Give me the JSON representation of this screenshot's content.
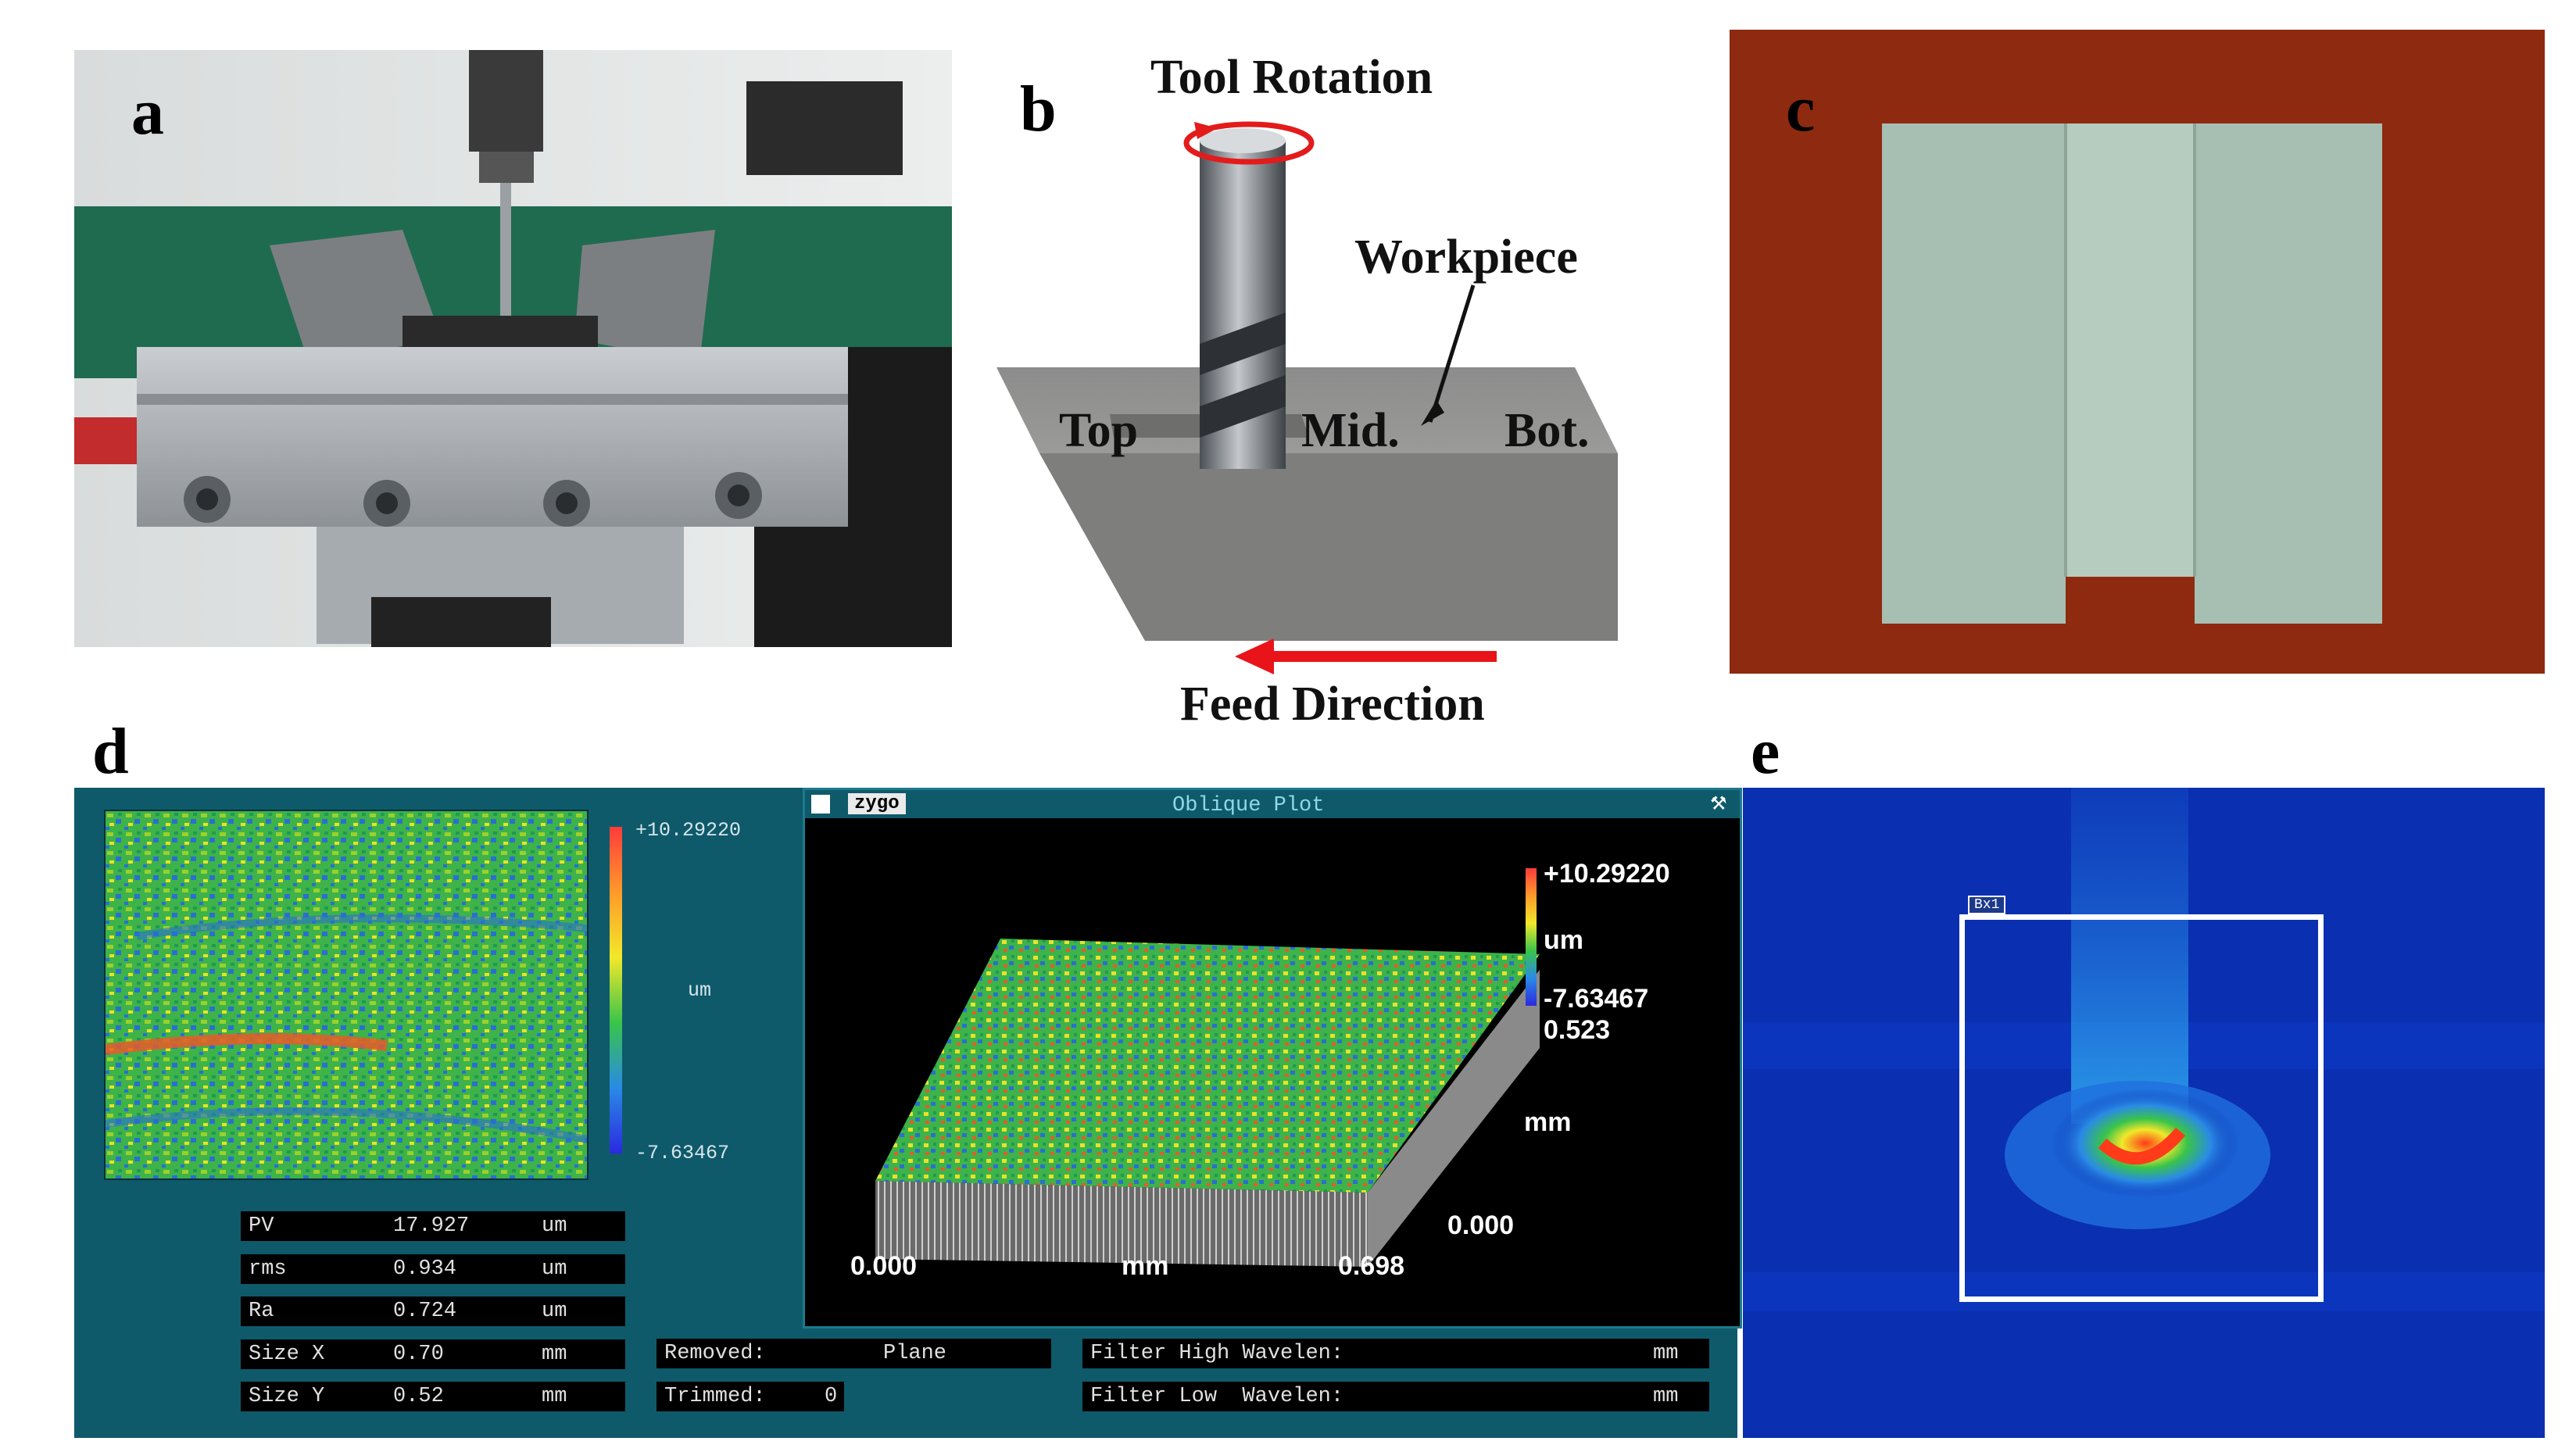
{
  "panels": {
    "a": {
      "letter": "a"
    },
    "b": {
      "letter": "b",
      "tool_rotation": "Tool Rotation",
      "workpiece": "Workpiece",
      "top": "Top",
      "mid": "Mid.",
      "bot": "Bot.",
      "feed_direction": "Feed Direction"
    },
    "c": {
      "letter": "c"
    },
    "d": {
      "letter": "d",
      "map_scale": {
        "max": "+10.29220",
        "unit": "um",
        "min": "-7.63467"
      },
      "window": {
        "brand": "zygo",
        "title": "Oblique Plot"
      },
      "oblique_scale": {
        "max": "+10.29220",
        "unit": "um",
        "min": "-7.63467",
        "extra": "0.523"
      },
      "axes": {
        "x_start": "0.000",
        "x_unit": "mm",
        "x_end": "0.698",
        "y_start": "0.000",
        "y_unit": "mm"
      },
      "readouts": [
        {
          "label": "PV",
          "value": "17.927",
          "unit": "um"
        },
        {
          "label": "rms",
          "value": "0.934",
          "unit": "um"
        },
        {
          "label": "Ra",
          "value": "0.724",
          "unit": "um"
        },
        {
          "label": "Size X",
          "value": "0.70",
          "unit": "mm"
        },
        {
          "label": "Size Y",
          "value": "0.52",
          "unit": "mm"
        }
      ],
      "removed": {
        "label": "Removed:",
        "value": "Plane"
      },
      "trimmed": {
        "label": "Trimmed:",
        "value": "0"
      },
      "filter_high": {
        "label": "Filter High Wavelen:",
        "unit": "mm"
      },
      "filter_low": {
        "label": "Filter Low  Wavelen:",
        "unit": "mm"
      }
    },
    "e": {
      "letter": "e",
      "roi_tag": "Bx1"
    }
  },
  "colors": {
    "panel_d_bg": "#0e5a6b",
    "feed_arrow": "#e8141a",
    "rotation_arrow": "#e31b1b",
    "roi_box": "#ffffff",
    "thermal_bg": "#0a2fb0"
  }
}
